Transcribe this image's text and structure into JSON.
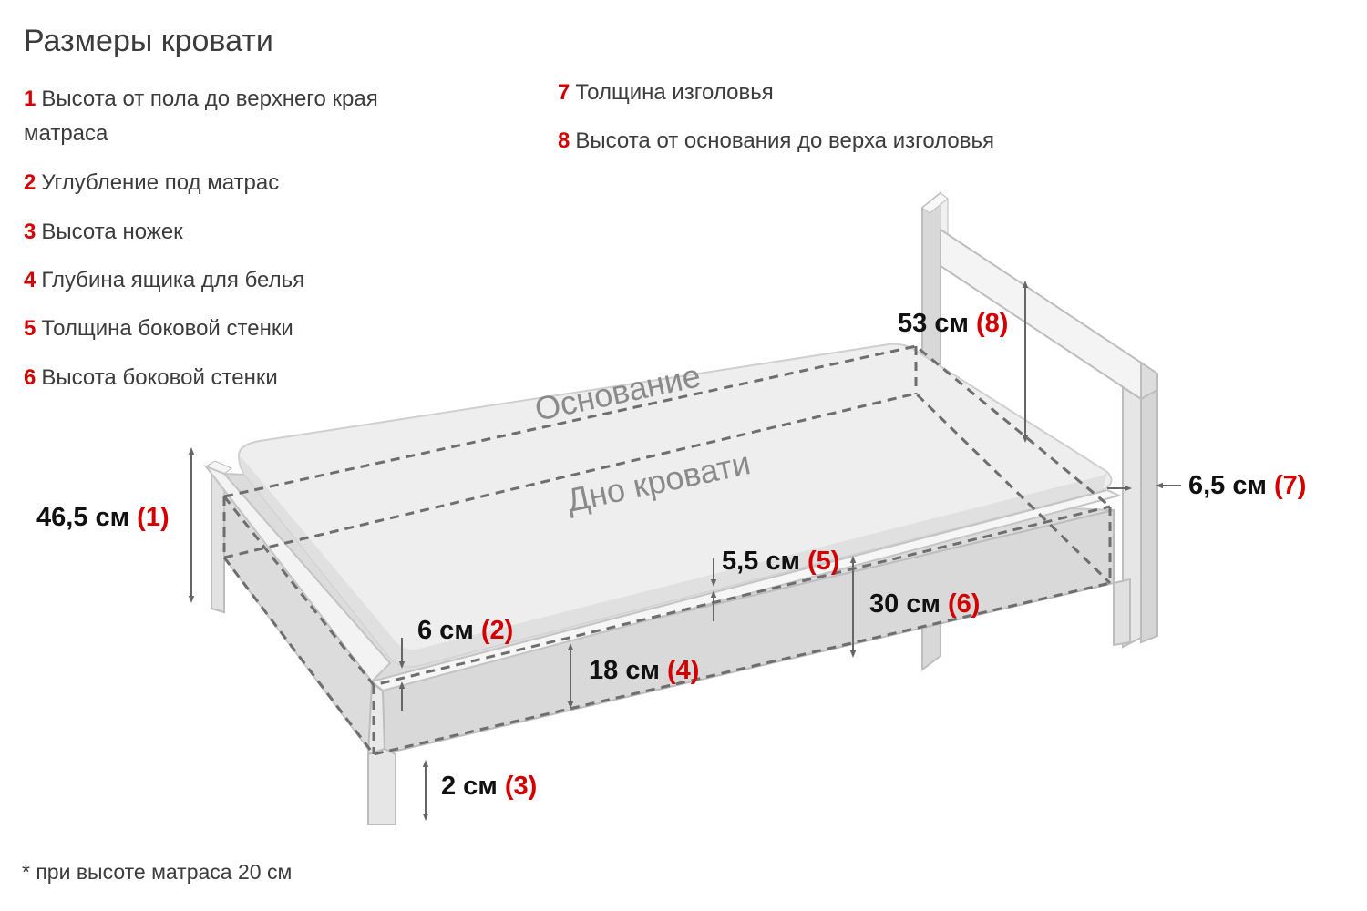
{
  "title": "Размеры кровати",
  "legend": [
    {
      "num": "1",
      "text": "Высота от пола до верхнего края матраса"
    },
    {
      "num": "2",
      "text": "Углубление под матрас"
    },
    {
      "num": "3",
      "text": "Высота ножек"
    },
    {
      "num": "4",
      "text": "Глубина ящика для белья"
    },
    {
      "num": "5",
      "text": "Толщина боковой стенки"
    },
    {
      "num": "6",
      "text": "Высота боковой стенки"
    },
    {
      "num": "7",
      "text": "Толщина изголовья"
    },
    {
      "num": "8",
      "text": "Высота от основания до верха изголовья"
    }
  ],
  "labels": {
    "base": "Основание",
    "bottom": "Дно кровати"
  },
  "dimensions": [
    {
      "value": "46,5 см",
      "ref": "(1)"
    },
    {
      "value": "6 см",
      "ref": "(2)"
    },
    {
      "value": "2 см",
      "ref": "(3)"
    },
    {
      "value": "18 см",
      "ref": "(4)"
    },
    {
      "value": "5,5 см",
      "ref": "(5)"
    },
    {
      "value": "30 см",
      "ref": "(6)"
    },
    {
      "value": "6,5 см",
      "ref": "(7)"
    },
    {
      "value": "53 см",
      "ref": "(8)"
    }
  ],
  "footnote": "* при высоте матраса 20 см",
  "colors": {
    "accent": "#d40000",
    "text": "#3c3c3c",
    "frame": "#cfcfcf",
    "mattress": "#ececec"
  }
}
